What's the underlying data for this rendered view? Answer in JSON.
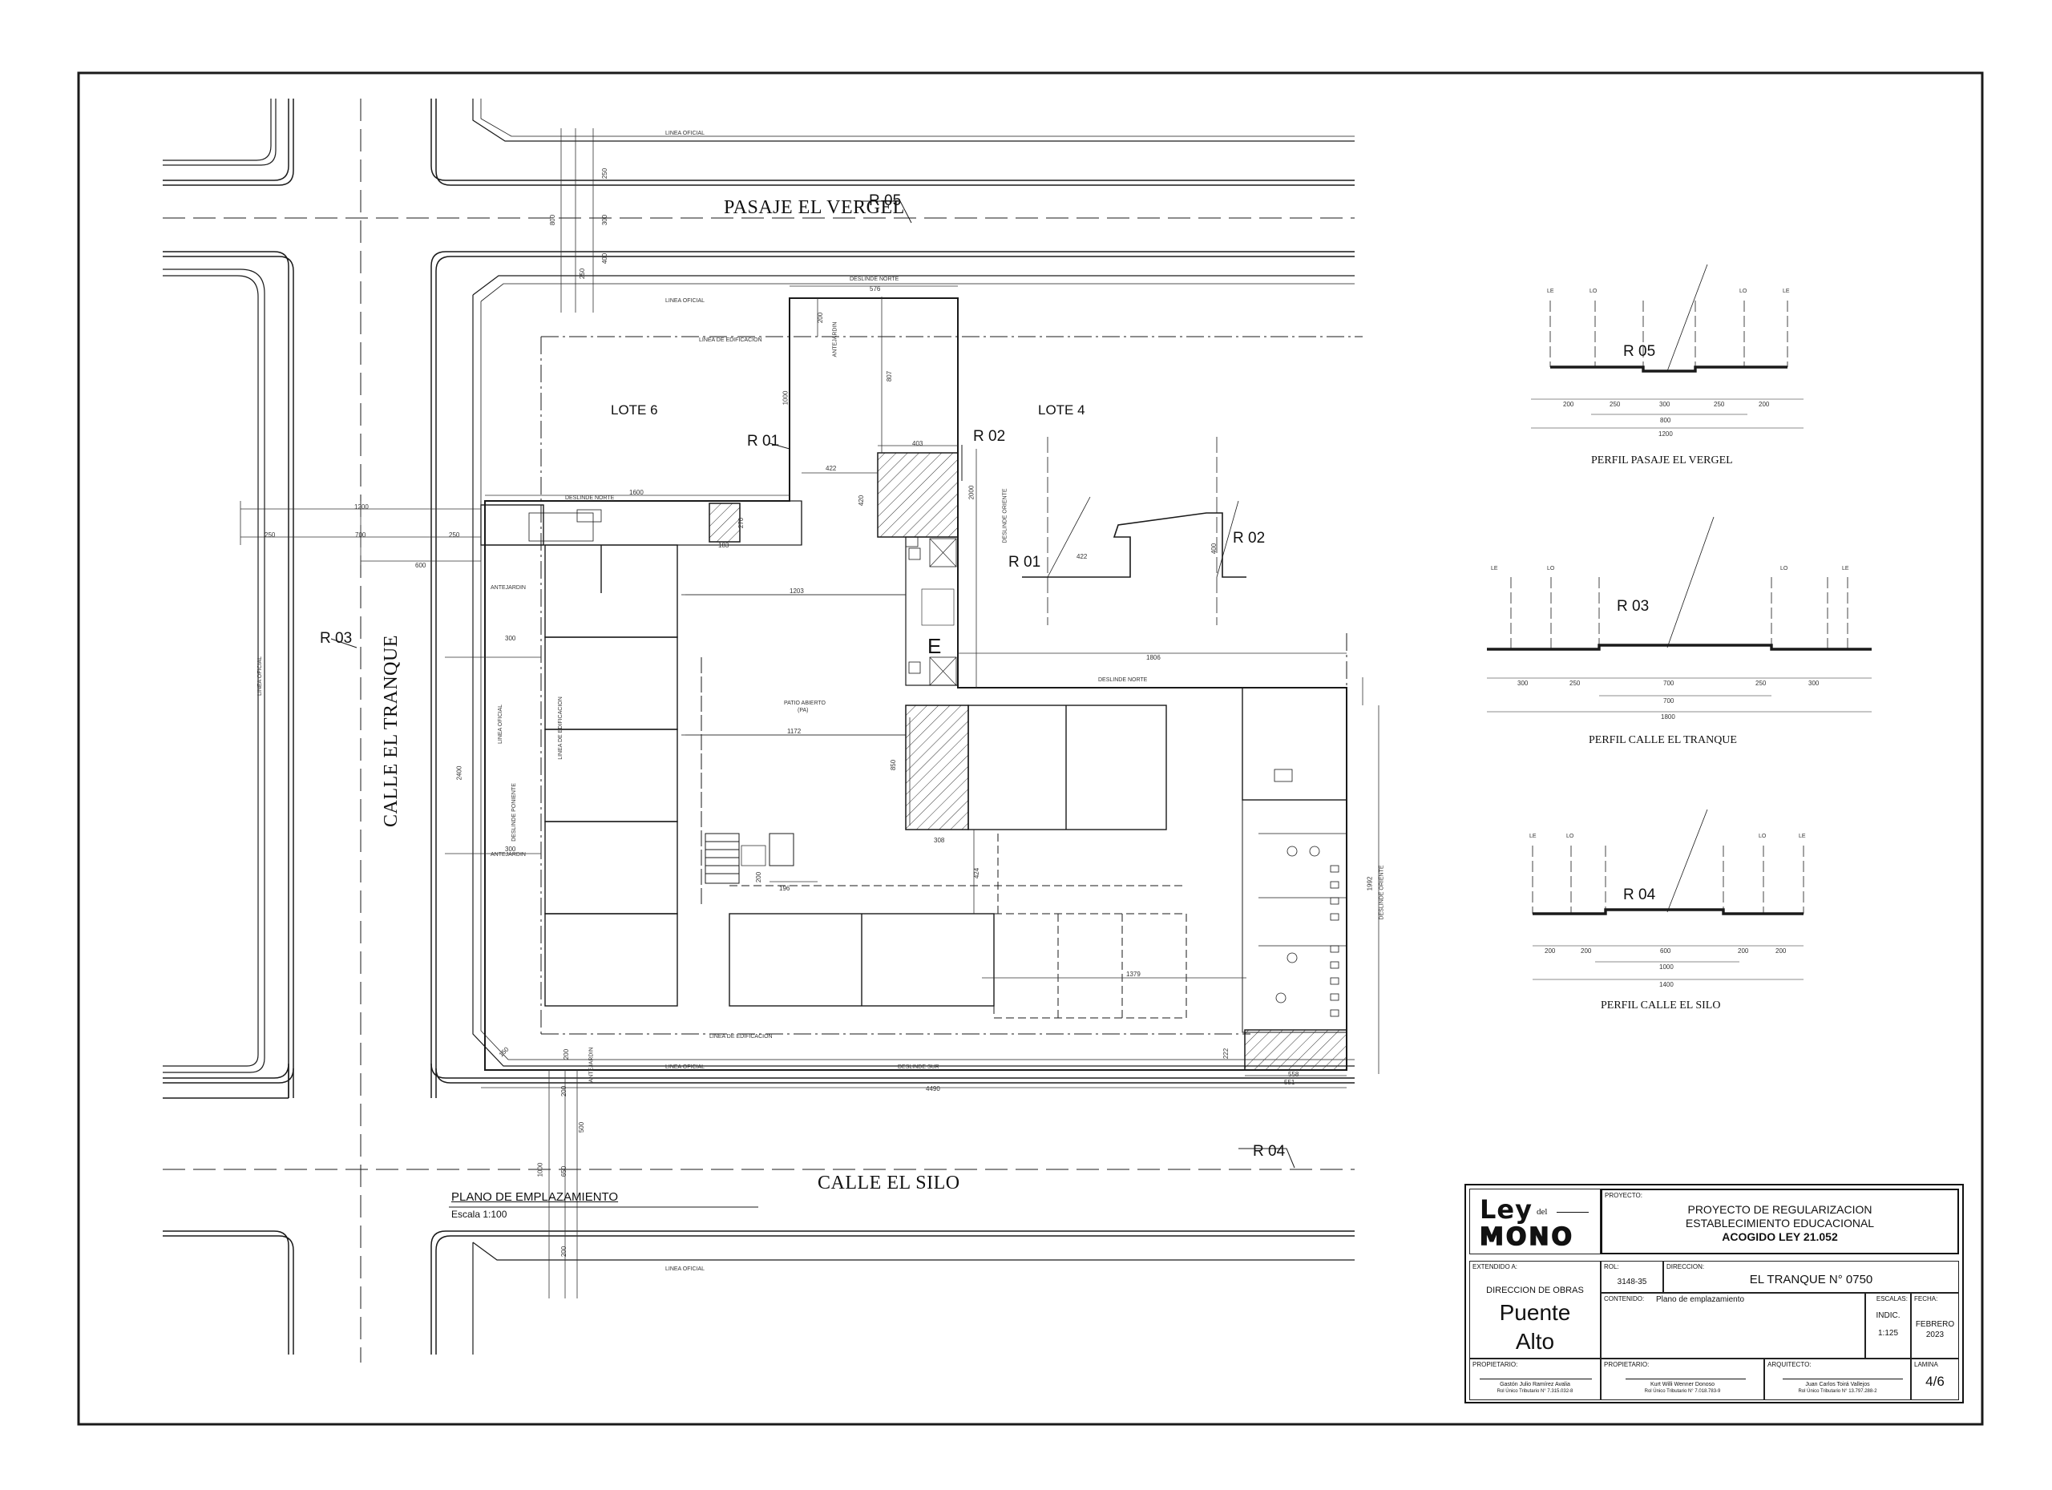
{
  "streets": {
    "pasaje": "PASAJE EL VERGEL",
    "tranque": "CALLE EL TRANQUE",
    "silo": "CALLE EL SILO"
  },
  "lots": {
    "lote6": "LOTE 6",
    "lote4": "LOTE 4"
  },
  "markers": {
    "r01": "R 01",
    "r02": "R 02",
    "r03": "R 03",
    "r04": "R 04",
    "r05": "R 05",
    "r01_detail": "R 01",
    "r02_detail": "R 02",
    "e": "E"
  },
  "labels": {
    "linea_oficial": "LINEA OFICIAL",
    "linea_edificacion": "LINEA DE EDIFICACION",
    "deslinde_norte": "DESLINDE NORTE",
    "deslinde_sur": "DESLINDE SUR",
    "deslinde_oriente": "DESLINDE ORIENTE",
    "deslinde_poniente": "DESLINDE PONIENTE",
    "antejardin": "ANTEJARDIN",
    "patio_abierto": "PATIO ABIERTO",
    "patio_abierto_sub": "(PA)"
  },
  "dims": {
    "d250a": "250",
    "d800": "800",
    "d300": "300",
    "d250b": "250",
    "d400": "400",
    "d1200": "1200",
    "d250c": "250",
    "d700": "700",
    "d250d": "250",
    "d600": "600",
    "d576": "576",
    "d200": "200",
    "d1600": "1600",
    "d422": "422",
    "d403": "403",
    "d807": "807",
    "d1000": "1000",
    "d2000": "2000",
    "d1203": "1203",
    "d1172": "1172",
    "d1806": "1806",
    "d1379": "1379",
    "d4490": "4490",
    "d558": "558",
    "d551": "551",
    "d300b": "300",
    "d300c": "300",
    "d2400": "2400",
    "d1992": "1992",
    "d500": "500",
    "d1000b": "1000",
    "d650": "650",
    "d200b": "200",
    "d200c": "200",
    "d150": "150",
    "d200d": "200",
    "d222": "222",
    "d183": "183",
    "d196": "196",
    "d308": "308",
    "d424": "424",
    "d400b": "400",
    "d850": "850",
    "d270": "270",
    "d420": "420",
    "d200e": "200",
    "d422b": "422"
  },
  "profiles": [
    {
      "title": "PERFIL PASAJE EL VERGEL",
      "marker": "R 05",
      "tops": [
        "LE",
        "LO",
        "LO",
        "LE"
      ],
      "segments": [
        "200",
        "250",
        "300",
        "250",
        "200"
      ],
      "inner_total": "800",
      "total": "1200"
    },
    {
      "title": "PERFIL CALLE EL TRANQUE",
      "marker": "R 03",
      "tops": [
        "LE",
        "LO",
        "LO",
        "LE"
      ],
      "segments": [
        "300",
        "250",
        "700",
        "250",
        "300"
      ],
      "inner_total": "700",
      "total": "1800"
    },
    {
      "title": "PERFIL CALLE EL SILO",
      "marker": "R 04",
      "tops": [
        "LE",
        "LO",
        "LO",
        "LE"
      ],
      "segments": [
        "200",
        "200",
        "600",
        "200",
        "200"
      ],
      "inner_total": "1000",
      "total": "1400"
    }
  ],
  "plano": {
    "title": "PLANO DE EMPLAZAMIENTO",
    "scale": "Escala 1:100"
  },
  "titleblock": {
    "proyecto_cap": "PROYECTO:",
    "proyecto_line1": "PROYECTO DE REGULARIZACION",
    "proyecto_line2": "ESTABLECIMIENTO EDUCACIONAL",
    "proyecto_line3": "ACOGIDO LEY 21.052",
    "logo_ley": "Ley",
    "logo_del": "del",
    "logo_mono": "MONO",
    "extendido_cap": "EXTENDIDO A:",
    "direccion_obras": "DIRECCION DE OBRAS",
    "municipio_1": "Puente",
    "municipio_2": "Alto",
    "rol_cap": "ROL:",
    "rol": "3148-35",
    "direccion_cap": "DIRECCION:",
    "direccion": "EL TRANQUE N° 0750",
    "contenido_cap": "CONTENIDO:",
    "contenido": "Plano de emplazamiento",
    "escalas_cap": "ESCALAS:",
    "escalas_1": "INDIC.",
    "escalas_2": "1:125",
    "fecha_cap": "FECHA:",
    "fecha_1": "FEBRERO",
    "fecha_2": "2023",
    "propietario_cap": "PROPIETARIO:",
    "prop1_name": "Gastón Julio Ramírez Avalia",
    "prop1_rut": "Rol Único Tributario N° 7.315.032-8",
    "prop2_cap": "PROPIETARIO:",
    "prop2_name": "Kurt Willi Wenner Donoso",
    "prop2_rut": "Rol Único Tributario N° 7.018.783-9",
    "arquitecto_cap": "ARQUITECTO:",
    "arq_name": "Juan Carlos Toirá Vallejos",
    "arq_rut": "Rol Único Tributario N° 13.797.288-2",
    "lamina_cap": "LAMINA",
    "lamina": "4/6"
  }
}
